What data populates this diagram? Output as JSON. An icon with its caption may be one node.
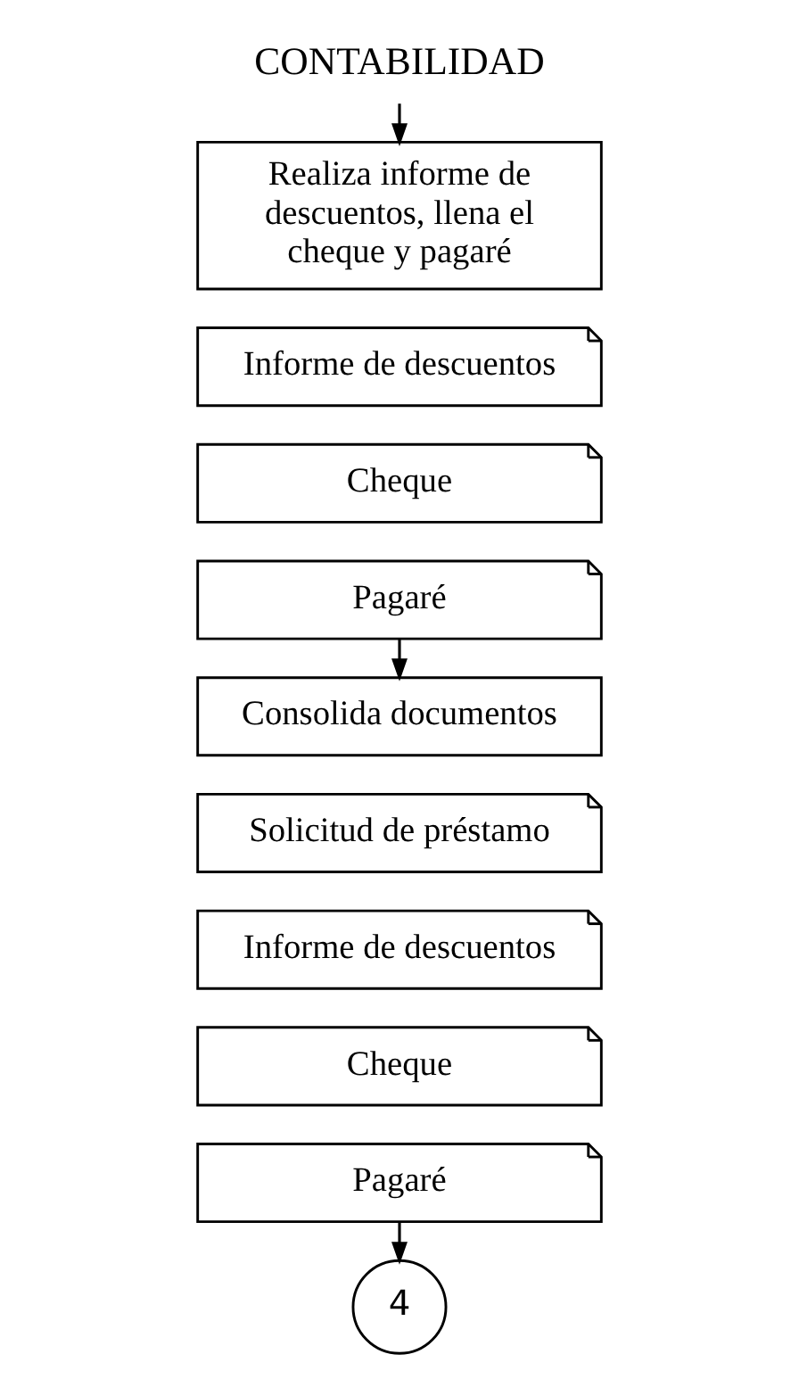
{
  "diagram": {
    "nodes": [
      {
        "text": [
          "CONTABILIDAD"
        ]
      },
      {
        "text": [
          "Realiza informe de descuentos, llena el cheque y pagaré"
        ]
      },
      {
        "text": [
          "Informe de descuentos"
        ]
      },
      {
        "text": [
          "Cheque"
        ]
      },
      {
        "text": [
          "Pagaré"
        ]
      },
      {
        "text": [
          "Consolida documentos"
        ]
      },
      {
        "text": [
          "Solicitud de préstamo"
        ]
      },
      {
        "text": [
          "Informe de descuentos"
        ]
      },
      {
        "text": [
          "Cheque"
        ]
      },
      {
        "text": [
          "Pagaré"
        ]
      },
      {
        "text": [
          "4"
        ]
      }
    ],
    "edges": [
      {
        "from": 0,
        "to": 1,
        "arrow": "to"
      },
      {
        "from": 4,
        "to": 5,
        "arrow": "to"
      },
      {
        "from": 9,
        "to": 10,
        "arrow": "to"
      }
    ]
  }
}
